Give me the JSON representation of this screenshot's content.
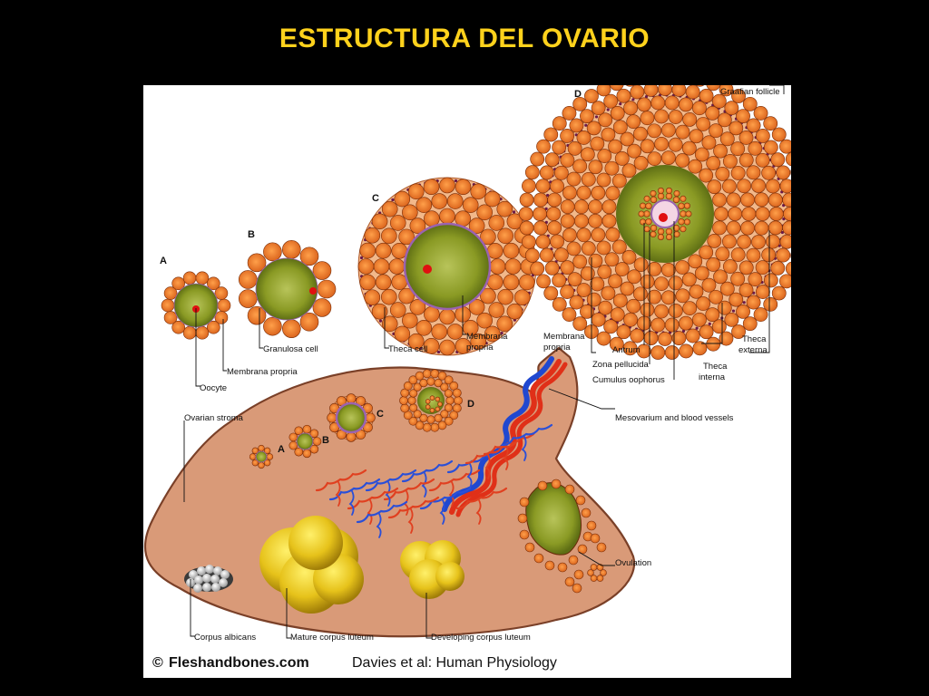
{
  "title": "ESTRUCTURA DEL OVARIO",
  "colors": {
    "background": "#000000",
    "title": "#ffd21c",
    "panel": "#ffffff",
    "stroma": "#d99a78",
    "granulosa": "#ef7a1f",
    "oocyte": "#8a9a24",
    "corpus_luteum": "#e6c21a"
  },
  "stages": {
    "a": "A",
    "b": "B",
    "c": "C",
    "d": "D"
  },
  "labels": {
    "oocyte": "Oocyte",
    "membrana_propria": "Membrana propria",
    "granulosa_cell": "Granulosa cell",
    "theca_cell": "Theca cell",
    "membrana_propria_c_1": "Membrana",
    "membrana_propria_c_2": "propria",
    "membrana_propria_d_1": "Membrana",
    "membrana_propria_d_2": "propria",
    "antrum": "Antrum",
    "zona_pellucida": "Zona pellucida",
    "cumulus_oophorus": "Cumulus oophorus",
    "theca_interna_1": "Theca",
    "theca_interna_2": "interna",
    "theca_externa_1": "Theca",
    "theca_externa_2": "externa",
    "graafian_follicle": "Graafian follicle",
    "mesovarium": "Mesovarium and blood vessels",
    "ovarian_stroma": "Ovarian stroma",
    "ovulation": "Ovulation",
    "corpus_albicans": "Corpus albicans",
    "mature_corpus_luteum": "Mature corpus luteum",
    "developing_corpus_luteum": "Developing corpus luteum"
  },
  "credit": {
    "symbol": "©",
    "site": "Fleshandbones.com",
    "source": "Davies et al: Human Physiology"
  }
}
